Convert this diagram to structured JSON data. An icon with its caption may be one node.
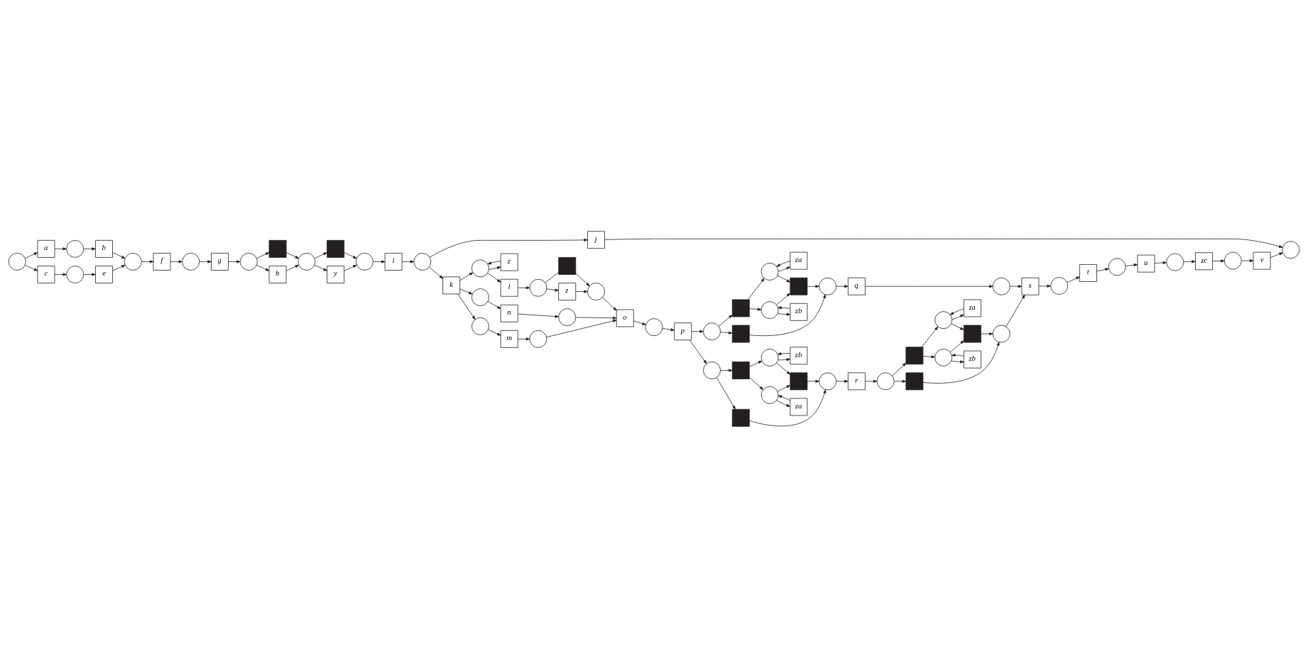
{
  "diagram": {
    "nodes": [
      {
        "text": [],
        "shape": "circle"
      },
      {
        "text": [
          "a"
        ]
      },
      {
        "text": [
          "c"
        ]
      },
      {
        "text": [],
        "shape": "circle"
      },
      {
        "text": [],
        "shape": "circle"
      },
      {
        "text": [
          "b"
        ]
      },
      {
        "text": [
          "e"
        ]
      },
      {
        "text": [],
        "shape": "circle"
      },
      {
        "text": [
          "f"
        ]
      },
      {
        "text": [],
        "shape": "circle"
      },
      {
        "text": [
          "g"
        ]
      },
      {
        "text": [],
        "shape": "circle"
      },
      {
        "text": [],
        "shape": "box"
      },
      {
        "text": [
          "h"
        ]
      },
      {
        "text": [],
        "shape": "circle"
      },
      {
        "text": [],
        "shape": "box"
      },
      {
        "text": [
          "y"
        ]
      },
      {
        "text": [],
        "shape": "circle"
      },
      {
        "text": [
          "i"
        ]
      },
      {
        "text": [],
        "shape": "circle"
      },
      {
        "text": [
          "j"
        ]
      },
      {
        "text": [
          "k"
        ]
      },
      {
        "text": [
          "z"
        ]
      },
      {
        "text": [],
        "shape": "circle"
      },
      {
        "text": [
          "l"
        ]
      },
      {
        "text": [],
        "shape": "circle"
      },
      {
        "text": [],
        "shape": "box"
      },
      {
        "text": [
          "z"
        ]
      },
      {
        "text": [],
        "shape": "circle"
      },
      {
        "text": [],
        "shape": "circle"
      },
      {
        "text": [
          "n"
        ]
      },
      {
        "text": [],
        "shape": "circle"
      },
      {
        "text": [],
        "shape": "circle"
      },
      {
        "text": [
          "m"
        ]
      },
      {
        "text": [],
        "shape": "circle"
      },
      {
        "text": [
          "o"
        ]
      },
      {
        "text": [],
        "shape": "circle"
      },
      {
        "text": [
          "za"
        ]
      },
      {
        "text": [],
        "shape": "circle"
      },
      {
        "text": [],
        "shape": "box"
      },
      {
        "text": [],
        "shape": "circle"
      },
      {
        "text": [],
        "shape": "box"
      },
      {
        "text": [],
        "shape": "circle"
      },
      {
        "text": [
          "q"
        ]
      },
      {
        "text": [],
        "shape": "circle"
      },
      {
        "text": [],
        "shape": "circle"
      },
      {
        "text": [
          "zb"
        ]
      },
      {
        "text": [],
        "shape": "box"
      },
      {
        "text": [
          "za"
        ]
      },
      {
        "text": [
          "s"
        ]
      },
      {
        "text": [],
        "shape": "circle"
      },
      {
        "text": [
          "t"
        ]
      },
      {
        "text": [],
        "shape": "circle"
      },
      {
        "text": [
          "u"
        ]
      },
      {
        "text": [],
        "shape": "circle"
      },
      {
        "text": [
          "zc"
        ]
      },
      {
        "text": [],
        "shape": "circle"
      },
      {
        "text": [
          "v"
        ]
      },
      {
        "text": [],
        "shape": "circle"
      },
      {
        "text": [
          "p"
        ]
      },
      {
        "text": [
          "zb"
        ]
      },
      {
        "text": [],
        "shape": "circle"
      },
      {
        "text": [],
        "shape": "circle"
      },
      {
        "text": [],
        "shape": "box"
      },
      {
        "text": [],
        "shape": "box"
      },
      {
        "text": [],
        "shape": "circle"
      },
      {
        "text": [],
        "shape": "box"
      },
      {
        "text": [],
        "shape": "box"
      },
      {
        "text": [],
        "shape": "circle"
      },
      {
        "text": [
          "r"
        ]
      },
      {
        "text": [],
        "shape": "circle"
      },
      {
        "text": [],
        "shape": "circle"
      },
      {
        "text": [],
        "shape": "circle"
      },
      {
        "text": [],
        "shape": "circle"
      },
      {
        "text": [
          "za"
        ]
      },
      {
        "text": [
          "zb"
        ]
      },
      {
        "text": [],
        "shape": "box"
      },
      {
        "text": [],
        "shape": "box"
      }
    ],
    "edges": [
      {
        "from": 0,
        "to": 1,
        "arrow": "to"
      },
      {
        "from": 0,
        "to": 2,
        "arrow": "to"
      },
      {
        "from": 1,
        "to": 3,
        "arrow": "to"
      },
      {
        "from": 3,
        "to": 5,
        "arrow": "to"
      },
      {
        "from": 2,
        "to": 4,
        "arrow": "to"
      },
      {
        "from": 4,
        "to": 6,
        "arrow": "to"
      },
      {
        "from": 5,
        "to": 7,
        "arrow": "to"
      },
      {
        "from": 6,
        "to": 7,
        "arrow": "to"
      },
      {
        "from": 7,
        "to": 8,
        "arrow": "to"
      },
      {
        "from": 8,
        "to": 9,
        "arrow": "to"
      },
      {
        "from": 9,
        "to": 10,
        "arrow": "to"
      },
      {
        "from": 10,
        "to": 11,
        "arrow": "to"
      },
      {
        "from": 11,
        "to": 12,
        "arrow": "to"
      },
      {
        "from": 11,
        "to": 13,
        "arrow": "to"
      },
      {
        "from": 12,
        "to": 14,
        "arrow": "to"
      },
      {
        "from": 13,
        "to": 14,
        "arrow": "to"
      },
      {
        "from": 14,
        "to": 15,
        "arrow": "to"
      },
      {
        "from": 14,
        "to": 16,
        "arrow": "to"
      },
      {
        "from": 15,
        "to": 17,
        "arrow": "to"
      },
      {
        "from": 16,
        "to": 17,
        "arrow": "to"
      },
      {
        "from": 17,
        "to": 18,
        "arrow": "to"
      },
      {
        "from": 18,
        "to": 19,
        "arrow": "to"
      },
      {
        "from": 19,
        "to": 20,
        "arrow": "to"
      },
      {
        "from": 19,
        "to": 21,
        "arrow": "to"
      },
      {
        "from": 21,
        "to": 23,
        "arrow": "to"
      },
      {
        "from": 21,
        "to": 29,
        "arrow": "to"
      },
      {
        "from": 21,
        "to": 32,
        "arrow": "to"
      },
      {
        "from": 23,
        "to": 22,
        "arrow": "to"
      },
      {
        "from": 22,
        "to": 23,
        "arrow": "to"
      },
      {
        "from": 23,
        "to": 24,
        "arrow": "to"
      },
      {
        "from": 24,
        "to": 25,
        "arrow": "to"
      },
      {
        "from": 25,
        "to": 27,
        "arrow": "to"
      },
      {
        "from": 25,
        "to": 26,
        "arrow": "none"
      },
      {
        "from": 26,
        "to": 28,
        "arrow": "to"
      },
      {
        "from": 27,
        "to": 28,
        "arrow": "to"
      },
      {
        "from": 28,
        "to": 35,
        "arrow": "to"
      },
      {
        "from": 29,
        "to": 30,
        "arrow": "to"
      },
      {
        "from": 30,
        "to": 31,
        "arrow": "to"
      },
      {
        "from": 31,
        "to": 35,
        "arrow": "to"
      },
      {
        "from": 32,
        "to": 33,
        "arrow": "to"
      },
      {
        "from": 33,
        "to": 34,
        "arrow": "to"
      },
      {
        "from": 34,
        "to": 35,
        "arrow": "to"
      },
      {
        "from": 35,
        "to": 36,
        "arrow": "to"
      },
      {
        "from": 36,
        "to": 59,
        "arrow": "to"
      },
      {
        "from": 20,
        "to": 58,
        "arrow": "to"
      },
      {
        "from": 59,
        "to": 40,
        "arrow": "to"
      },
      {
        "from": 59,
        "to": 72,
        "arrow": "to"
      },
      {
        "from": 40,
        "to": 39,
        "arrow": "to"
      },
      {
        "from": 40,
        "to": 47,
        "arrow": "to"
      },
      {
        "from": 39,
        "to": 38,
        "arrow": "to"
      },
      {
        "from": 39,
        "to": 45,
        "arrow": "to"
      },
      {
        "from": 37,
        "to": 38,
        "arrow": "to"
      },
      {
        "from": 38,
        "to": 37,
        "arrow": "to"
      },
      {
        "from": 45,
        "to": 46,
        "arrow": "to"
      },
      {
        "from": 46,
        "to": 45,
        "arrow": "to"
      },
      {
        "from": 38,
        "to": 41,
        "arrow": "to"
      },
      {
        "from": 45,
        "to": 41,
        "arrow": "to"
      },
      {
        "from": 41,
        "to": 42,
        "arrow": "to"
      },
      {
        "from": 47,
        "to": 42,
        "arrow": "to"
      },
      {
        "from": 42,
        "to": 43,
        "arrow": "to"
      },
      {
        "from": 43,
        "to": 44,
        "arrow": "to"
      },
      {
        "from": 44,
        "to": 49,
        "arrow": "to"
      },
      {
        "from": 72,
        "to": 66,
        "arrow": "to"
      },
      {
        "from": 72,
        "to": 76,
        "arrow": "to"
      },
      {
        "from": 66,
        "to": 62,
        "arrow": "to"
      },
      {
        "from": 66,
        "to": 73,
        "arrow": "to"
      },
      {
        "from": 60,
        "to": 62,
        "arrow": "to"
      },
      {
        "from": 62,
        "to": 60,
        "arrow": "to"
      },
      {
        "from": 74,
        "to": 73,
        "arrow": "to"
      },
      {
        "from": 73,
        "to": 74,
        "arrow": "to"
      },
      {
        "from": 62,
        "to": 67,
        "arrow": "to"
      },
      {
        "from": 73,
        "to": 67,
        "arrow": "to"
      },
      {
        "from": 67,
        "to": 68,
        "arrow": "to"
      },
      {
        "from": 76,
        "to": 68,
        "arrow": "to"
      },
      {
        "from": 68,
        "to": 69,
        "arrow": "to"
      },
      {
        "from": 69,
        "to": 70,
        "arrow": "to"
      },
      {
        "from": 70,
        "to": 63,
        "arrow": "to"
      },
      {
        "from": 70,
        "to": 77,
        "arrow": "to"
      },
      {
        "from": 63,
        "to": 61,
        "arrow": "to"
      },
      {
        "from": 63,
        "to": 71,
        "arrow": "to"
      },
      {
        "from": 48,
        "to": 61,
        "arrow": "to"
      },
      {
        "from": 61,
        "to": 48,
        "arrow": "to"
      },
      {
        "from": 75,
        "to": 71,
        "arrow": "to"
      },
      {
        "from": 71,
        "to": 75,
        "arrow": "to"
      },
      {
        "from": 61,
        "to": 64,
        "arrow": "to"
      },
      {
        "from": 71,
        "to": 64,
        "arrow": "to"
      },
      {
        "from": 64,
        "to": 65,
        "arrow": "to"
      },
      {
        "from": 77,
        "to": 65,
        "arrow": "to"
      },
      {
        "from": 65,
        "to": 49,
        "arrow": "to"
      },
      {
        "from": 49,
        "to": 50,
        "arrow": "to"
      },
      {
        "from": 50,
        "to": 51,
        "arrow": "to"
      },
      {
        "from": 51,
        "to": 52,
        "arrow": "to"
      },
      {
        "from": 52,
        "to": 53,
        "arrow": "to"
      },
      {
        "from": 53,
        "to": 54,
        "arrow": "to"
      },
      {
        "from": 54,
        "to": 55,
        "arrow": "to"
      },
      {
        "from": 55,
        "to": 56,
        "arrow": "to"
      },
      {
        "from": 56,
        "to": 57,
        "arrow": "to"
      },
      {
        "from": 57,
        "to": 58,
        "arrow": "to"
      }
    ]
  }
}
